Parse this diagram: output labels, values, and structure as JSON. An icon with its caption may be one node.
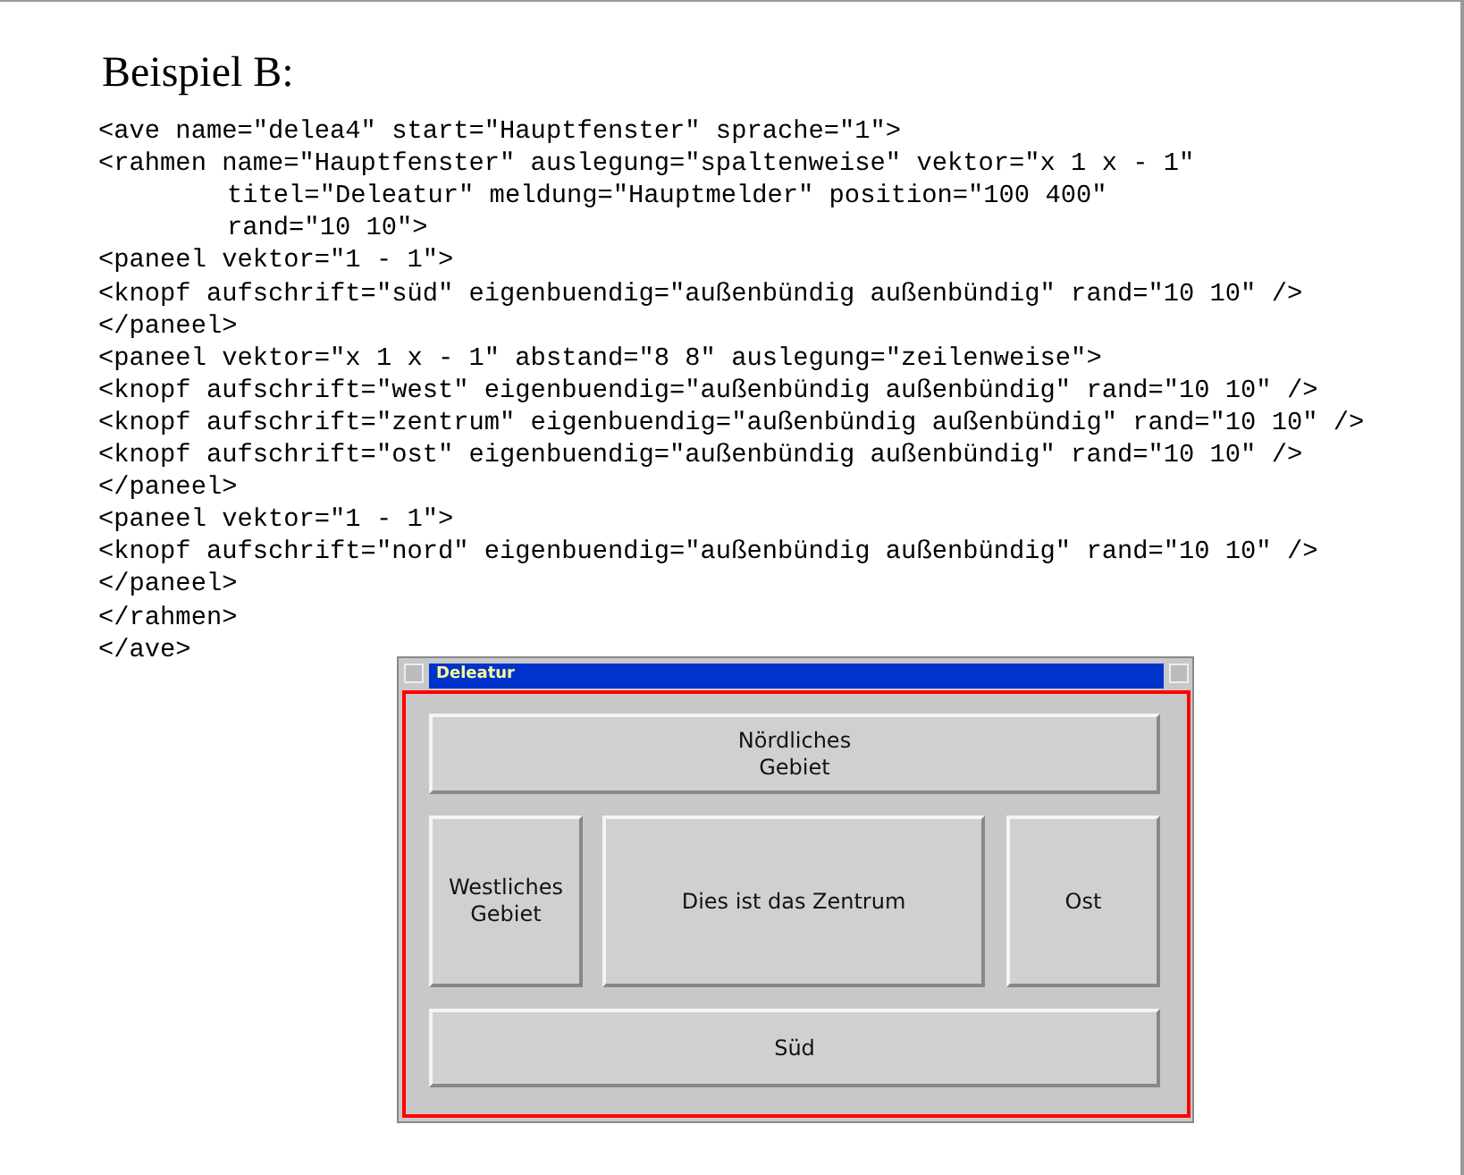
{
  "diagram": {
    "title": "Beispiel B:",
    "nodes": [
      {
        "text": [
          "Deleatur"
        ]
      },
      {
        "text": [
          "Nördliches Gebiet"
        ],
        "in": 0
      },
      {
        "text": [
          "Westliches Gebiet"
        ],
        "in": 0
      },
      {
        "text": [
          "Dies ist das Zentrum"
        ],
        "in": 0
      },
      {
        "text": [
          "Ost"
        ],
        "in": 0
      },
      {
        "text": [
          "Süd"
        ],
        "in": 0
      }
    ],
    "labels": [
      "<ave name=\"delea4\" start=\"Hauptfenster\" sprache=\"1\">",
      "<rahmen name=\"Hauptfenster\" auslegung=\"spaltenweise\" vektor=\"x 1 x - 1\"",
      "titel=\"Deleatur\" meldung=\"Hauptmelder\" position=\"100 400\"",
      "rand=\"10 10\">",
      "<paneel vektor=\"1 - 1\">",
      "<knopf aufschrift=\"süd\" eigenbuendig=\"außenbündig außenbündig\" rand=\"10 10\" />",
      "</paneel>",
      "<paneel vektor=\"x 1 x - 1\" abstand=\"8 8\" auslegung=\"zeilenweise\">",
      "<knopf aufschrift=\"west\" eigenbuendig=\"außenbündig außenbündig\" rand=\"10 10\" />",
      "<knopf aufschrift=\"zentrum\" eigenbuendig=\"außenbündig außenbündig\" rand=\"10 10\" />",
      "<knopf aufschrift=\"ost\" eigenbuendig=\"außenbündig außenbündig\" rand=\"10 10\" />",
      "</paneel>",
      "<paneel vektor=\"1 - 1\">",
      "<knopf aufschrift=\"nord\" eigenbuendig=\"außenbündig außenbündig\" rand=\"10 10\" />",
      "</paneel>",
      "</rahmen>",
      "</ave>"
    ]
  }
}
